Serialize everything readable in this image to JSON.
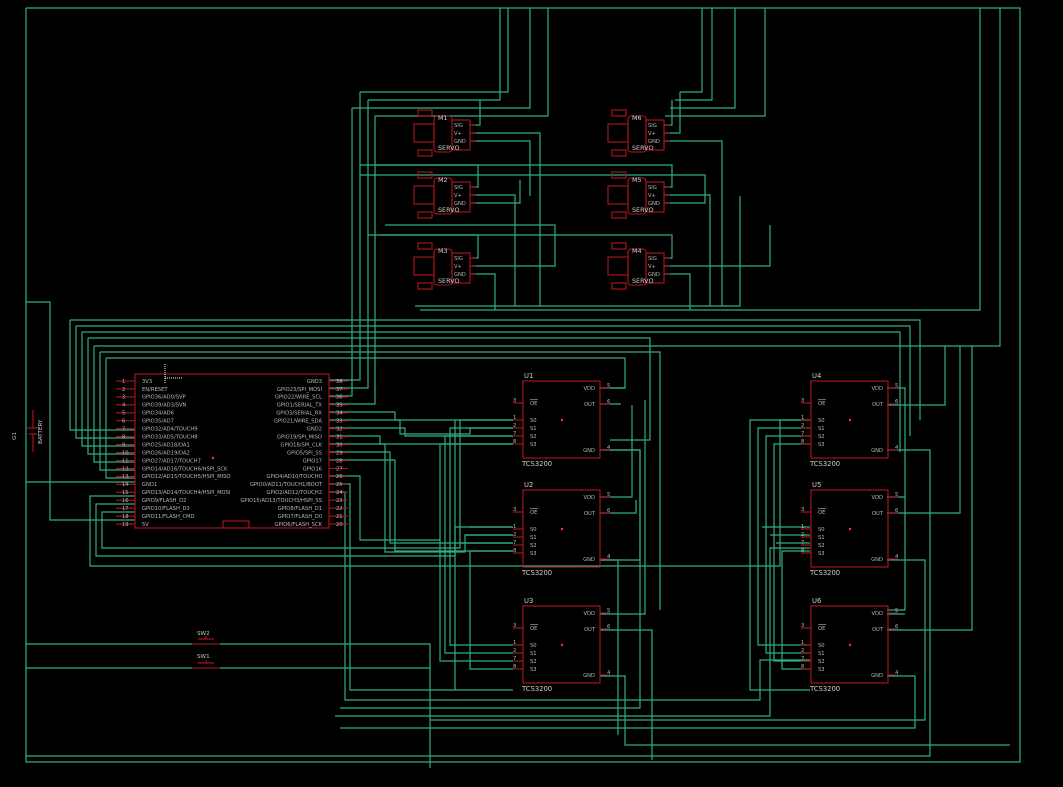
{
  "battery": {
    "ref": "G1",
    "name": "BATTERY"
  },
  "mcu": {
    "left_pins": [
      {
        "n": "1",
        "l": "3V3"
      },
      {
        "n": "2",
        "l": "EN/RESET"
      },
      {
        "n": "3",
        "l": "GPIO36/AD0/SVP"
      },
      {
        "n": "4",
        "l": "GPIO39/AD3/SVN"
      },
      {
        "n": "5",
        "l": "GPIO34/AD6"
      },
      {
        "n": "6",
        "l": "GPIO35/AD7"
      },
      {
        "n": "7",
        "l": "GPIO32/AD4/TOUCH9"
      },
      {
        "n": "8",
        "l": "GPIO33/AD5/TOUCH8"
      },
      {
        "n": "9",
        "l": "GPIO25/AD18/DA1"
      },
      {
        "n": "10",
        "l": "GPIO26/AD19/DA2"
      },
      {
        "n": "11",
        "l": "GPIO27/AD17/TOUCH7"
      },
      {
        "n": "12",
        "l": "GPIO14/AD16/TOUCH6/HSPI_SCK"
      },
      {
        "n": "13",
        "l": "GPIO12/AD15/TOUCH5/HSPI_MISO"
      },
      {
        "n": "14",
        "l": "GND1"
      },
      {
        "n": "15",
        "l": "GPIO13/AD14/TOUCH4/HSPI_MOSI"
      },
      {
        "n": "16",
        "l": "GPIO9/FLASH_D2"
      },
      {
        "n": "17",
        "l": "GPIO10/FLASH_D3"
      },
      {
        "n": "18",
        "l": "GPIO11/FLASH_CMD"
      },
      {
        "n": "19",
        "l": "5V"
      }
    ],
    "right_pins": [
      {
        "n": "38",
        "l": "GND3"
      },
      {
        "n": "37",
        "l": "GPIO23/SPI_MOSI"
      },
      {
        "n": "36",
        "l": "GPIO22/WIRE_SCL"
      },
      {
        "n": "35",
        "l": "GPIO1/SERIAL_TX"
      },
      {
        "n": "34",
        "l": "GPIO3/SERIAL_RX"
      },
      {
        "n": "33",
        "l": "GPIO21/WIRE_SDA"
      },
      {
        "n": "32",
        "l": "GND2"
      },
      {
        "n": "31",
        "l": "GPIO19/SPI_MISO"
      },
      {
        "n": "30",
        "l": "GPIO18/SPI_CLK"
      },
      {
        "n": "29",
        "l": "GPIO5/SPI_SS"
      },
      {
        "n": "28",
        "l": "GPIO17"
      },
      {
        "n": "27",
        "l": "GPIO16"
      },
      {
        "n": "26",
        "l": "GPIO4/AD10/TOUCH0"
      },
      {
        "n": "25",
        "l": "GPIO0/AD11/TOUCH1/BOOT"
      },
      {
        "n": "24",
        "l": "GPIO2/AD12/TOUCH2"
      },
      {
        "n": "23",
        "l": "GPIO15/AD13/TOUCH3/HSPI_SS"
      },
      {
        "n": "22",
        "l": "GPIO8/FLASH_D1"
      },
      {
        "n": "21",
        "l": "GPIO7/FLASH_D0"
      },
      {
        "n": "20",
        "l": "GPIO6/FLASH_SCK"
      }
    ]
  },
  "servo_pins": [
    "SIG",
    "V+",
    "GND"
  ],
  "servos": [
    {
      "ref": "M1",
      "value": "SERVO"
    },
    {
      "ref": "M2",
      "value": "SERVO"
    },
    {
      "ref": "M3",
      "value": "SERVO"
    },
    {
      "ref": "M6",
      "value": "SERVO"
    },
    {
      "ref": "M5",
      "value": "SERVO"
    },
    {
      "ref": "M4",
      "value": "SERVO"
    }
  ],
  "sensor_pins": {
    "left": [
      {
        "n": "3",
        "l": "OE"
      },
      {
        "n": "1",
        "l": "S0"
      },
      {
        "n": "2",
        "l": "S1"
      },
      {
        "n": "7",
        "l": "S2"
      },
      {
        "n": "8",
        "l": "S3"
      }
    ],
    "right": [
      {
        "n": "5",
        "l": "VDD"
      },
      {
        "n": "6",
        "l": "OUT"
      },
      {
        "n": "4",
        "l": "GND"
      }
    ]
  },
  "sensors": [
    {
      "ref": "U1",
      "value": "TCS3200"
    },
    {
      "ref": "U2",
      "value": "TCS3200"
    },
    {
      "ref": "U3",
      "value": "TCS3200"
    },
    {
      "ref": "U4",
      "value": "TCS3200"
    },
    {
      "ref": "U5",
      "value": "TCS3200"
    },
    {
      "ref": "U6",
      "value": "TCS3200"
    }
  ],
  "switches": [
    {
      "ref": "SW2"
    },
    {
      "ref": "SW1"
    }
  ]
}
